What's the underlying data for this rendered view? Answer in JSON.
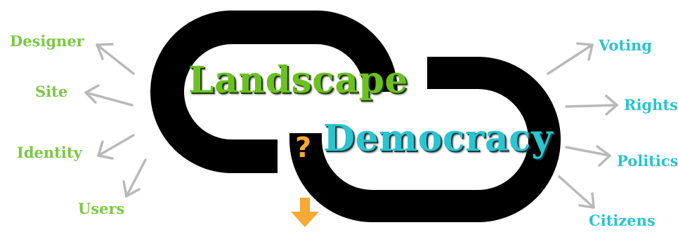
{
  "title_primary": "Landscape",
  "title_secondary": "Democracy",
  "connector_symbol": "?",
  "landscape_attributes": [
    "Designer",
    "Site",
    "Identity",
    "Users"
  ],
  "democracy_attributes": [
    "Voting",
    "Rights",
    "Politics",
    "Citizens"
  ],
  "colors": {
    "landscape_green": "#6cc021",
    "label_green": "#7ac943",
    "democracy_teal": "#2bc4cf",
    "label_teal": "#29c4d0",
    "chain_black": "#000000",
    "question_orange": "#f6a935",
    "arrow_gray": "#b9b9b9"
  },
  "icons": [
    "chain-link-icon",
    "arrow-icon",
    "down-arrow-icon"
  ]
}
